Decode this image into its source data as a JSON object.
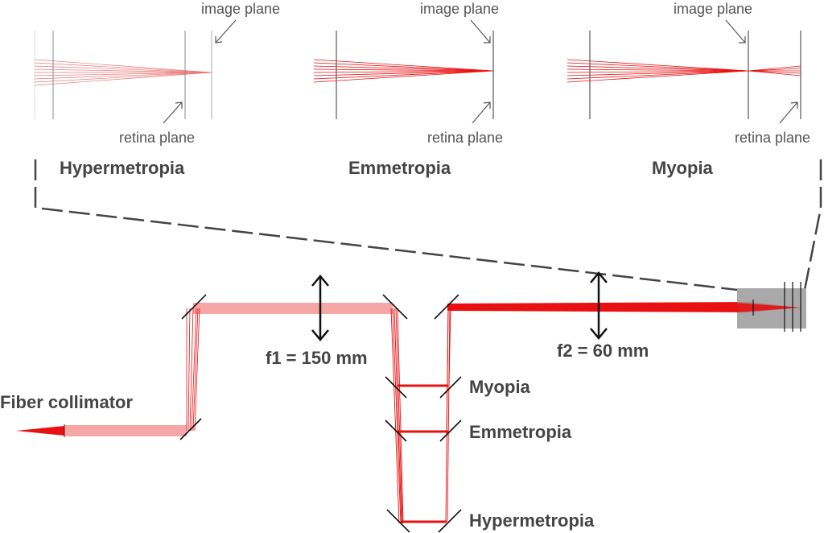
{
  "insets": [
    {
      "id": "hypermetropia",
      "title": "Hypermetropia",
      "image_plane_label": "image plane",
      "retina_plane_label": "retina plane"
    },
    {
      "id": "emmetropia",
      "title": "Emmetropia",
      "image_plane_label": "image plane",
      "retina_plane_label": "retina plane"
    },
    {
      "id": "myopia",
      "title": "Myopia",
      "image_plane_label": "image plane",
      "retina_plane_label": "retina plane"
    }
  ],
  "setup": {
    "source_label": "Fiber collimator",
    "lens1_label": "f1 = 150 mm",
    "lens2_label": "f2 = 60 mm",
    "positions": {
      "myopia": "Myopia",
      "emmetropia": "Emmetropia",
      "hypermetropia": "Hypermetropia"
    }
  },
  "colors": {
    "beam": "#e81010",
    "eye_box": "#9a9a9a",
    "dashed_connector": "#444444",
    "label_text": "#555555"
  }
}
